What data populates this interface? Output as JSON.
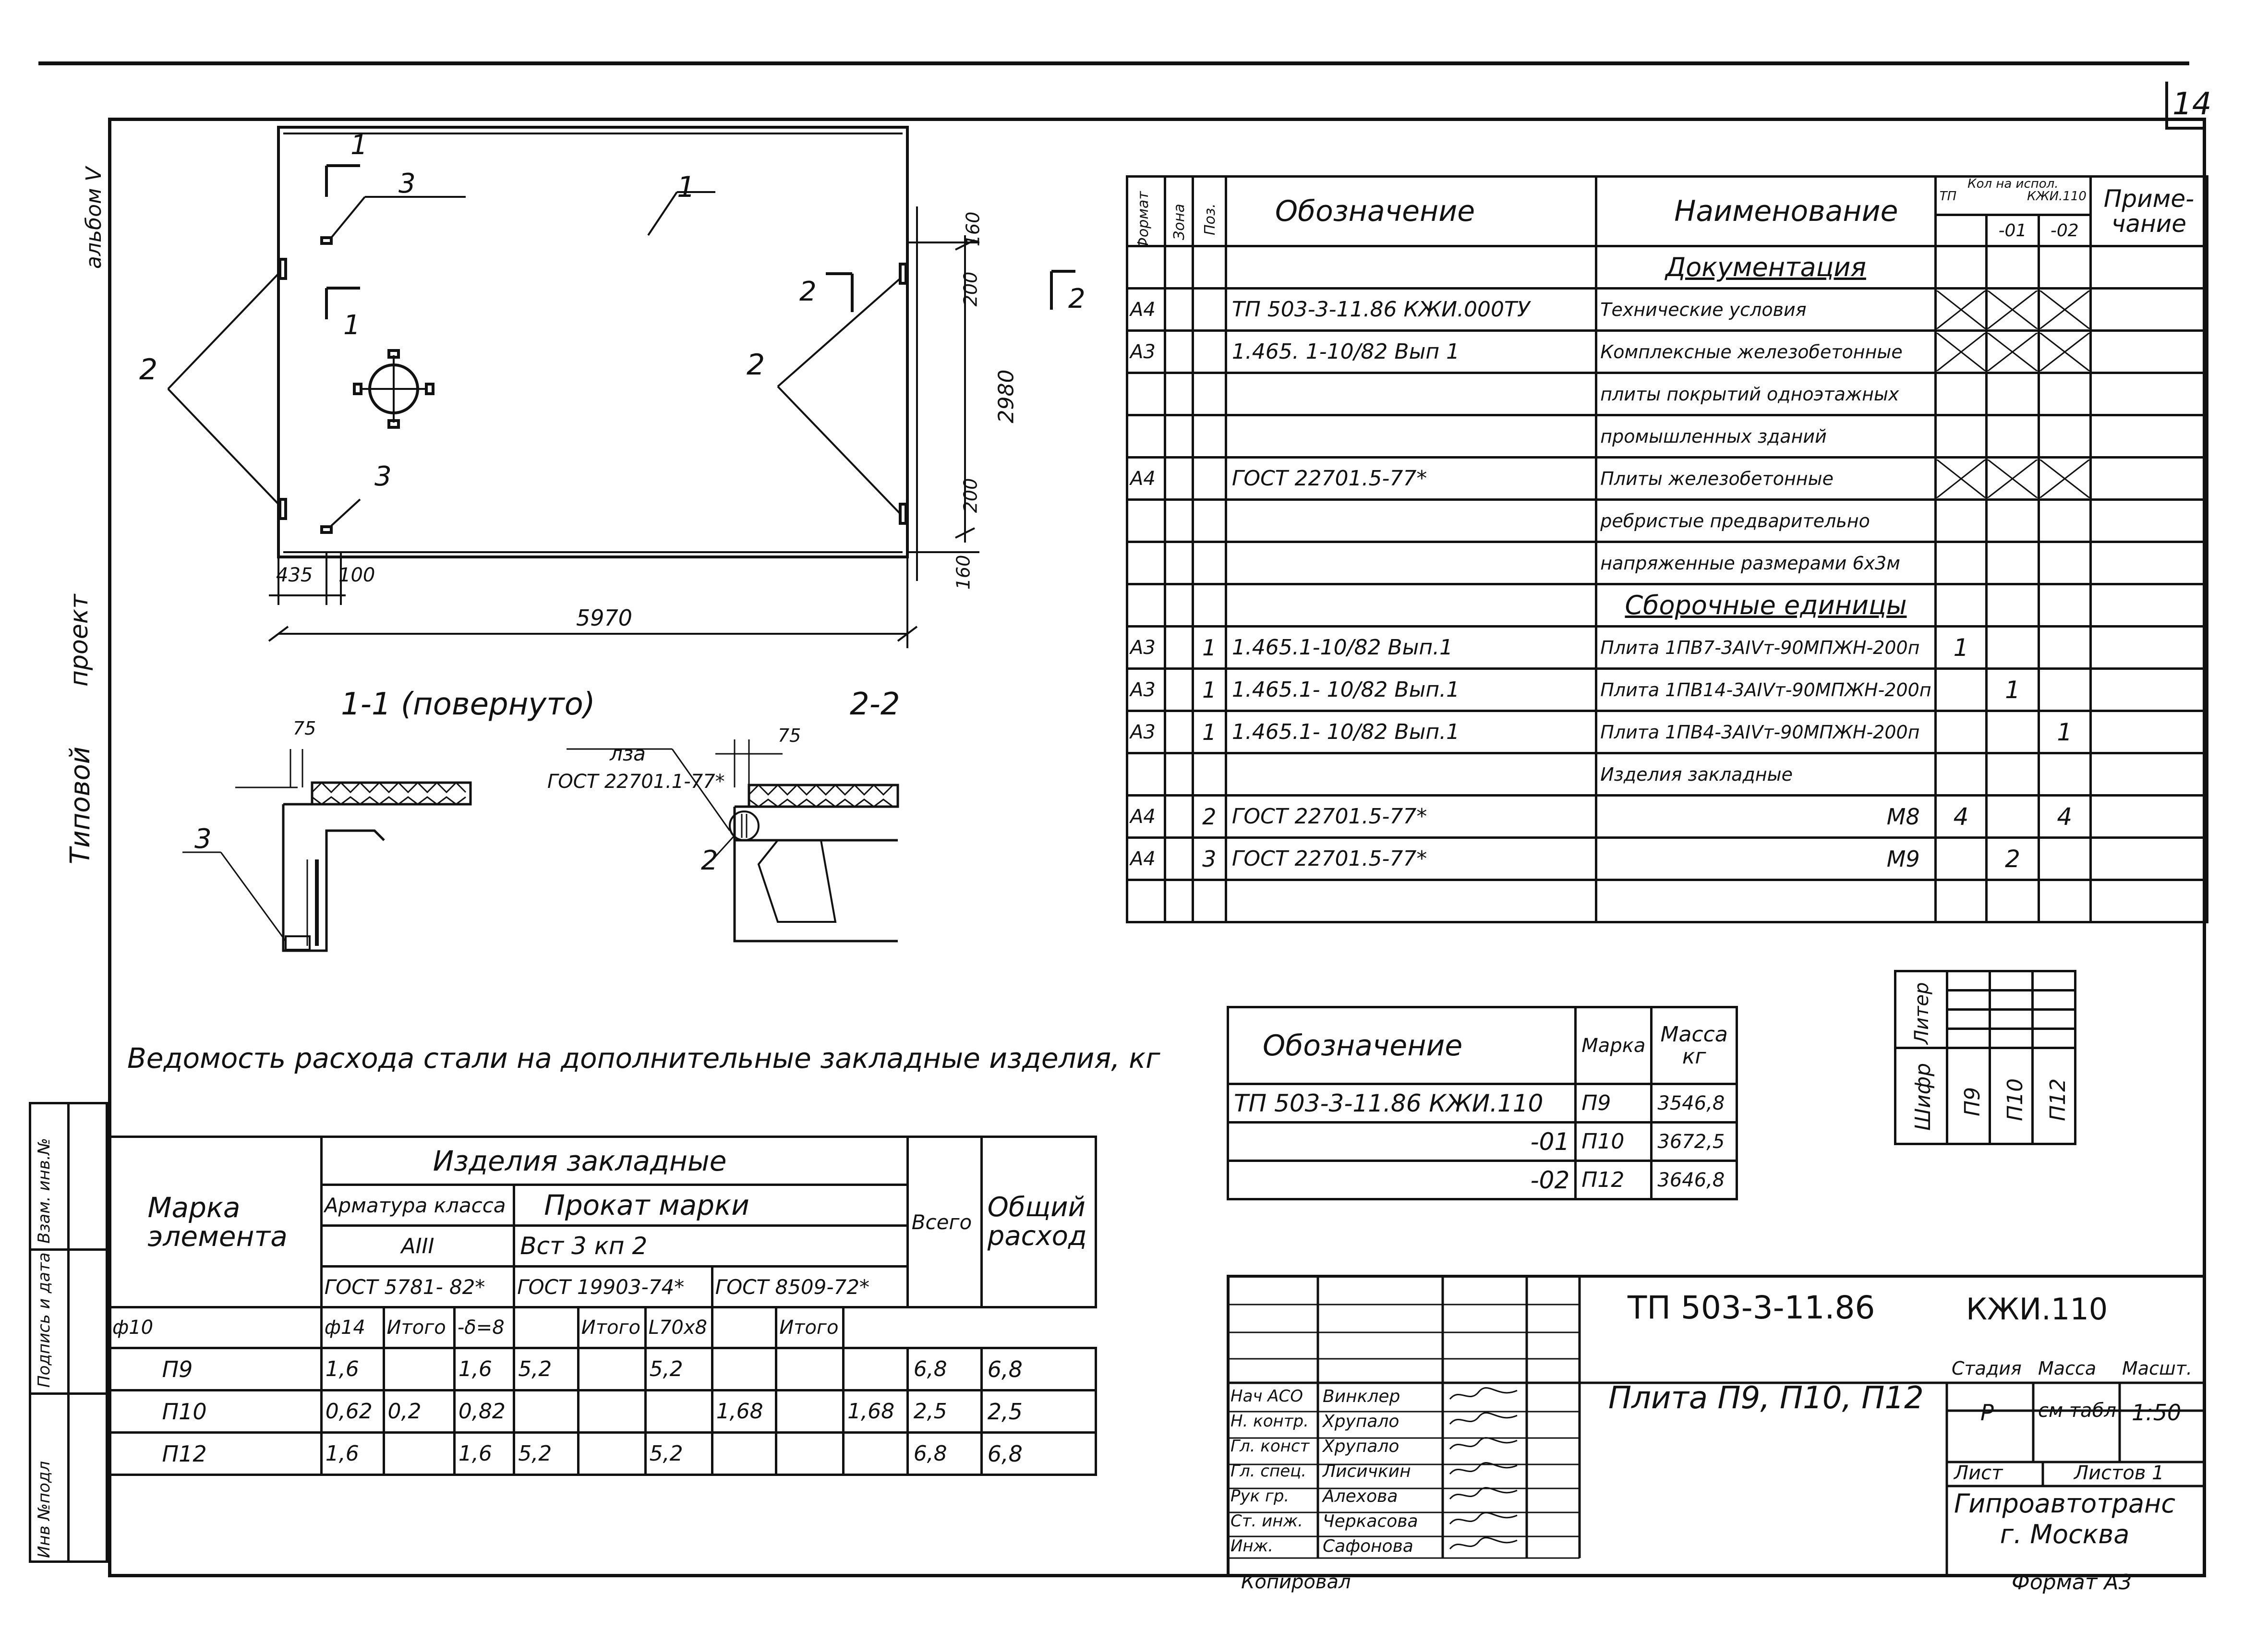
{
  "sheet_number": "14",
  "margin_labels": {
    "album": "альбом ",
    "album_roman": "V",
    "type_project_a": "Типовой",
    "type_project_b": "проект"
  },
  "side_stamp": [
    "Инв №подл",
    "Подпись и дата",
    "Взам. инв.№"
  ],
  "plan": {
    "dimensions": {
      "d160_top": "160",
      "d200_top": "200",
      "d2980": "2980",
      "d200_bot": "200",
      "d160_bot": "160",
      "d435": "435",
      "d100": "100",
      "d5970": "5970"
    },
    "callouts": {
      "c1": "1",
      "c2_left": "2",
      "c2_right": "2",
      "c3_top": "3",
      "c3_bot": "3"
    },
    "section_markers": {
      "s1_top": "1",
      "s1_bot": "1",
      "s2_left": "2",
      "s2_right": "2"
    }
  },
  "sections": {
    "sec11_title": "1-1 (повернуто)",
    "sec22_title": "2-2",
    "dim75_a": "75",
    "dim75_b": "75",
    "callout3": "3",
    "callout2": "2",
    "weld_label": "лза",
    "weld_gost": "ГОСТ 22701.1-77*"
  },
  "spec_table": {
    "headers": {
      "format": "Формат",
      "zone": "Зона",
      "pos": "Поз.",
      "designation": "Обозначение",
      "name": "Наименование",
      "qty_top": "Кол  на испол.",
      "qty_tp": "ТП",
      "qty_kzh": "КЖИ.110",
      "qty_01": "-01",
      "qty_02": "-02",
      "note": "Приме-\nчание"
    },
    "rows": [
      {
        "format": "",
        "zone": "",
        "pos": "",
        "designation": "",
        "name": "Документация",
        "q": "",
        "q1": "",
        "q2": "",
        "section": true
      },
      {
        "format": "А4",
        "zone": "",
        "pos": "",
        "designation": "ТП 503-3-11.86 КЖИ.000ТУ",
        "name": "Технические условия",
        "cross": true
      },
      {
        "format": "А3",
        "zone": "",
        "pos": "",
        "designation": "1.465. 1-10/82    Вып 1",
        "name": "Комплексные железобетонные",
        "cross": true
      },
      {
        "format": "",
        "zone": "",
        "pos": "",
        "designation": "",
        "name": "плиты покрытий одноэтажных"
      },
      {
        "format": "",
        "zone": "",
        "pos": "",
        "designation": "",
        "name": "промышленных зданий"
      },
      {
        "format": "А4",
        "zone": "",
        "pos": "",
        "designation": "ГОСТ 22701.5-77*",
        "name": "Плиты железобетонные",
        "cross": true
      },
      {
        "format": "",
        "zone": "",
        "pos": "",
        "designation": "",
        "name": "ребристые предварительно"
      },
      {
        "format": "",
        "zone": "",
        "pos": "",
        "designation": "",
        "name": "напряженные размерами 6х3м"
      },
      {
        "format": "",
        "zone": "",
        "pos": "",
        "designation": "",
        "name": "Сборочные единицы",
        "section": true
      },
      {
        "format": "А3",
        "zone": "",
        "pos": "1",
        "designation": "1.465.1-10/82    Вып.1",
        "name": "Плита 1ПВ7-3АIVт-90МПЖН-200п",
        "q": "1",
        "q1": "",
        "q2": ""
      },
      {
        "format": "А3",
        "zone": "",
        "pos": "1",
        "designation": "1.465.1- 10/82    Вып.1",
        "name": "Плита 1ПВ14-3АIVт-90МПЖН-200п",
        "q": "",
        "q1": "1",
        "q2": ""
      },
      {
        "format": "А3",
        "zone": "",
        "pos": "1",
        "designation": "1.465.1- 10/82    Вып.1",
        "name": "Плита 1ПВ4-3АIVт-90МПЖН-200п",
        "q": "",
        "q1": "",
        "q2": "1"
      },
      {
        "format": "",
        "zone": "",
        "pos": "",
        "designation": "",
        "name": "Изделия закладные"
      },
      {
        "format": "А4",
        "zone": "",
        "pos": "2",
        "designation": "ГОСТ 22701.5-77*",
        "name": "М8",
        "q": "4",
        "q1": "",
        "q2": "4",
        "right": true
      },
      {
        "format": "А4",
        "zone": "",
        "pos": "3",
        "designation": "ГОСТ 22701.5-77*",
        "name": "М9",
        "q": "",
        "q1": "2",
        "q2": "",
        "right": true
      },
      {
        "format": "",
        "zone": "",
        "pos": "",
        "designation": "",
        "name": ""
      }
    ]
  },
  "shifr_table": {
    "label_liter": "Литер",
    "label_shifr": "Шифр",
    "cols": [
      "П9",
      "П10",
      "П12"
    ]
  },
  "mass_table": {
    "headers": {
      "designation": "Обозначение",
      "mark": "Марка",
      "mass": "Масса\nкг"
    },
    "rows": [
      {
        "designation": "ТП 503-3-11.86 КЖИ.110",
        "mark": "П9",
        "mass": "3546,8"
      },
      {
        "designation": "-01",
        "mark": "П10",
        "mass": "3672,5"
      },
      {
        "designation": "-02",
        "mark": "П12",
        "mass": "3646,8"
      }
    ]
  },
  "steel_caption": "Ведомость расхода стали на дополнительные закладные    изделия, кг",
  "steel_table": {
    "h_mark": "Марка\nэлемента",
    "h_items": "Изделия закладные",
    "h_rebar": "Арматура класса",
    "h_rebar_class": "АIII",
    "h_rebar_gost": "ГОСТ 5781- 82*",
    "h_rolled": "Прокат    марки",
    "h_rolled_grade": "Вст 3 кп 2",
    "h_gost_a": "ГОСТ 19903-74*",
    "h_gost_b": "ГОСТ 8509-72*",
    "h_total": "Всего",
    "h_general": "Общий\nрасход",
    "sub": [
      "ф10",
      "ф14",
      "Итого",
      "-δ=8",
      "",
      "Итого",
      "L70х8",
      "",
      "Итого"
    ],
    "rows": [
      {
        "mark": "П9",
        "v": [
          "1,6",
          "",
          "1,6",
          "5,2",
          "",
          "5,2",
          "",
          "",
          ""
        ],
        "total": "6,8",
        "general": "6,8"
      },
      {
        "mark": "П10",
        "v": [
          "0,62",
          "0,2",
          "0,82",
          "",
          "",
          "",
          "1,68",
          "",
          "1,68"
        ],
        "total": "2,5",
        "general": "2,5"
      },
      {
        "mark": "П12",
        "v": [
          "1,6",
          "",
          "1,6",
          "5,2",
          "",
          "5,2",
          "",
          "",
          ""
        ],
        "total": "6,8",
        "general": "6,8"
      }
    ]
  },
  "title_block": {
    "code": "ТП 503-3-11.86",
    "doc": "КЖИ.110",
    "title": "Плита  П9, П10, П12",
    "stage_h": "Стадия",
    "mass_h": "Масса",
    "scale_h": "Масшт.",
    "stage": "Р",
    "mass": "см табл",
    "scale": "1:50",
    "sheet_h": "Лист",
    "sheets_h": "Листов 1",
    "org": "Гипроавтотранс\nг. Москва",
    "people": [
      {
        "role": "Нач АСО",
        "name": "Винклер"
      },
      {
        "role": "Н. контр.",
        "name": "Хрупало"
      },
      {
        "role": "Гл. конст",
        "name": "Хрупало"
      },
      {
        "role": "Гл. спец.",
        "name": "Лисичкин"
      },
      {
        "role": "Рук гр.",
        "name": "Алехова"
      },
      {
        "role": "Ст. инж.",
        "name": "Черкасова"
      },
      {
        "role": "Инж.",
        "name": "Сафонова"
      }
    ]
  },
  "footer": {
    "copied": "Копировал",
    "format": "Формат А3"
  }
}
